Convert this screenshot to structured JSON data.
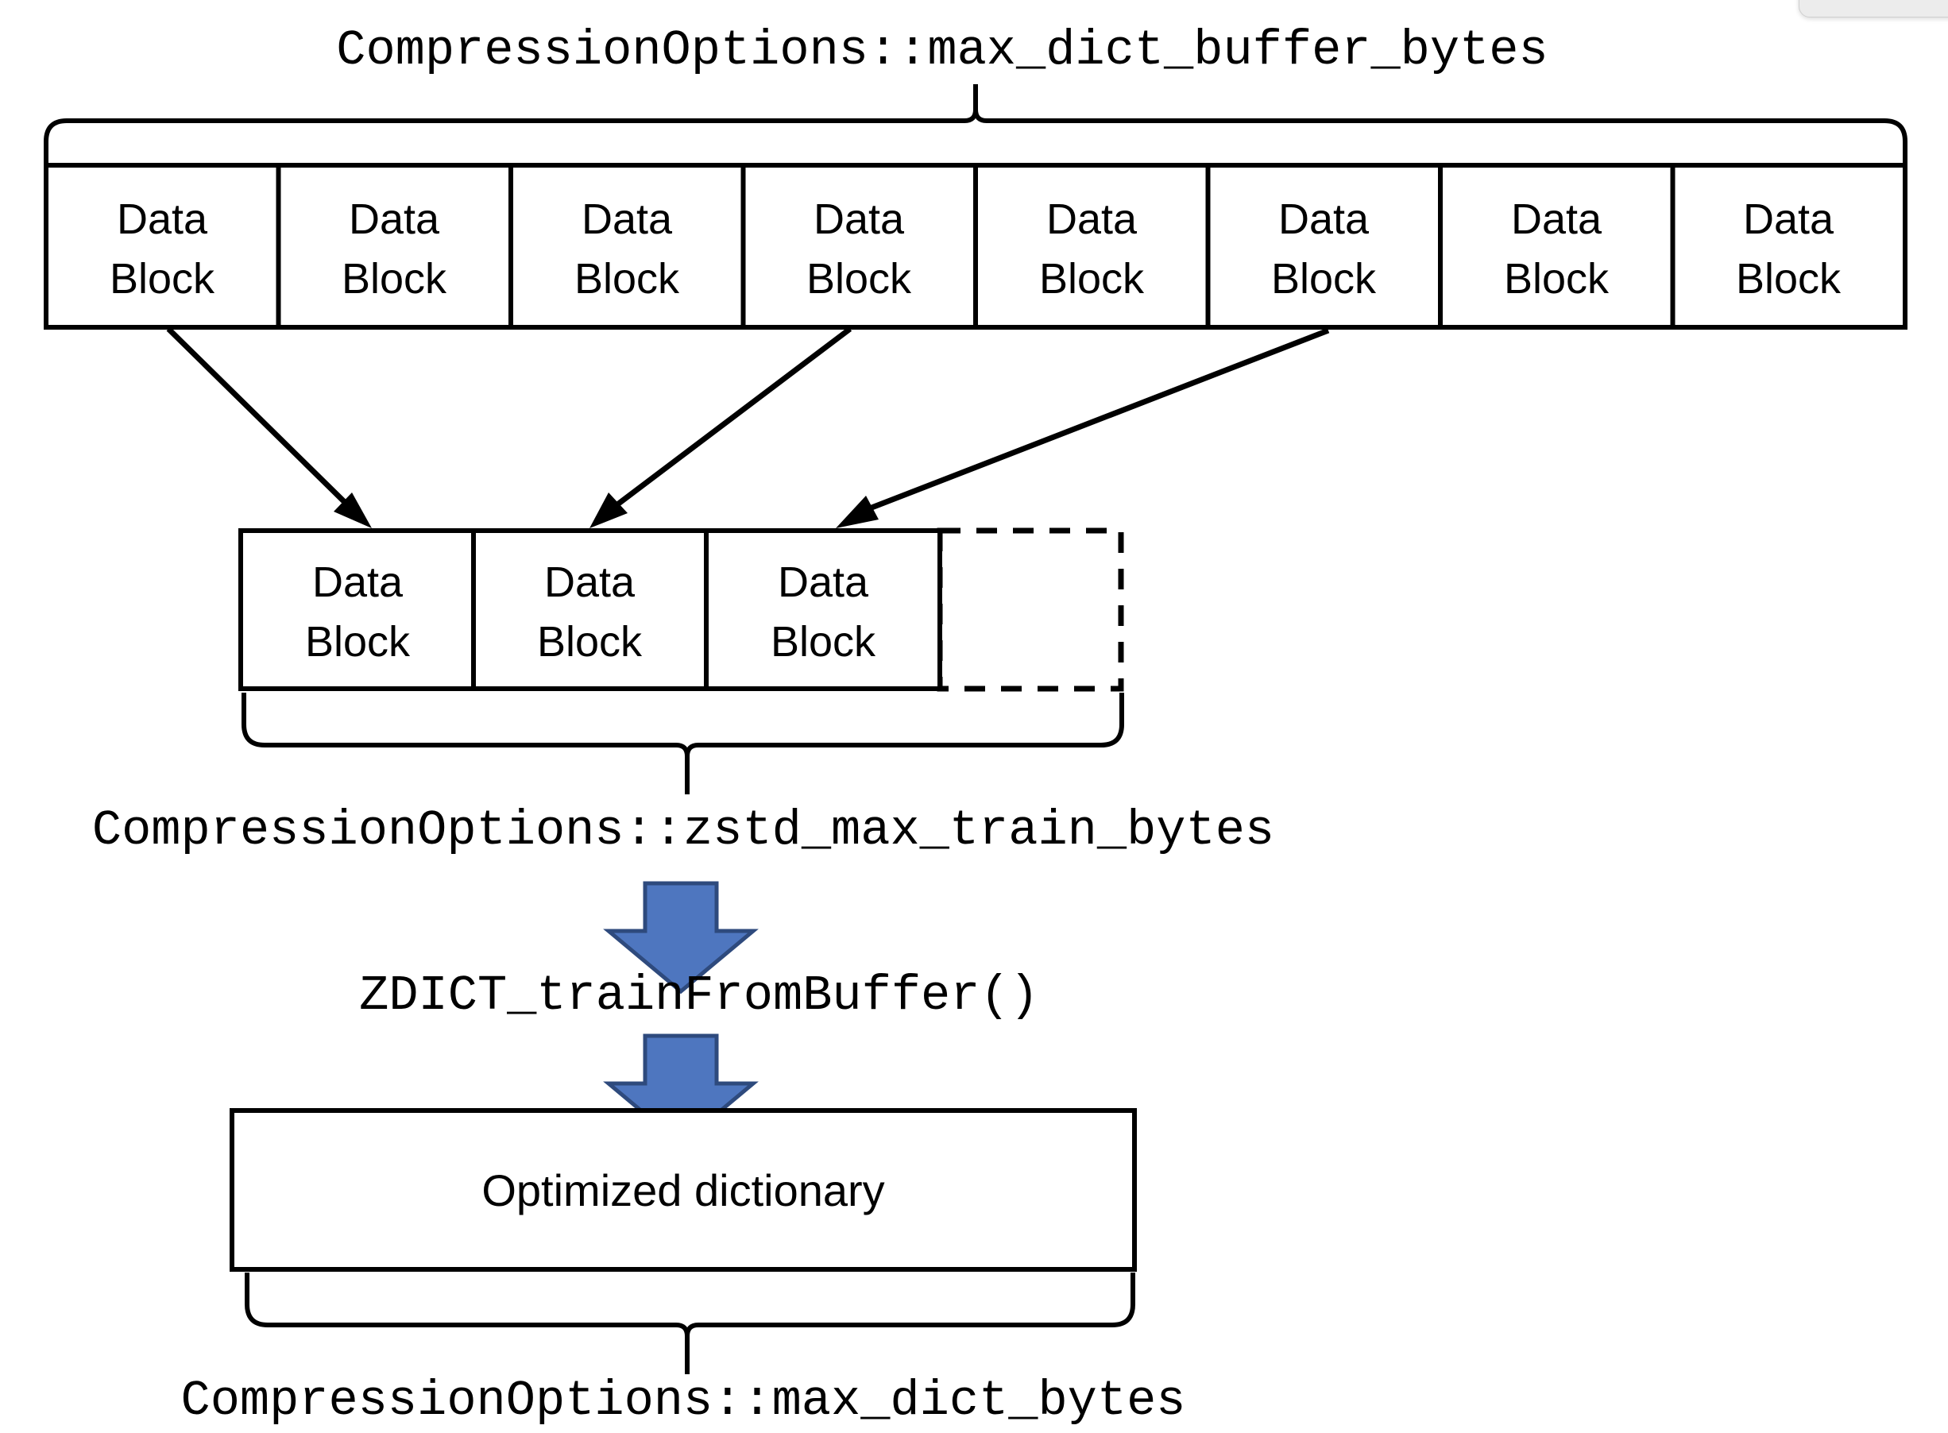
{
  "diagram": {
    "title_top": "CompressionOptions::max_dict_buffer_bytes",
    "title_middle": "CompressionOptions::zstd_max_train_bytes",
    "function_call": "ZDICT_trainFromBuffer()",
    "title_bottom": "CompressionOptions::max_dict_bytes",
    "dictionary_label": "Optimized dictionary",
    "block_line1": "Data",
    "block_line2": "Block",
    "top_row": {
      "count": 8,
      "blocks": [
        {
          "line1": "Data",
          "line2": "Block"
        },
        {
          "line1": "Data",
          "line2": "Block"
        },
        {
          "line1": "Data",
          "line2": "Block"
        },
        {
          "line1": "Data",
          "line2": "Block"
        },
        {
          "line1": "Data",
          "line2": "Block"
        },
        {
          "line1": "Data",
          "line2": "Block"
        },
        {
          "line1": "Data",
          "line2": "Block"
        },
        {
          "line1": "Data",
          "line2": "Block"
        }
      ]
    },
    "middle_row": {
      "count": 3,
      "blocks": [
        {
          "line1": "Data",
          "line2": "Block"
        },
        {
          "line1": "Data",
          "line2": "Block"
        },
        {
          "line1": "Data",
          "line2": "Block"
        }
      ],
      "empty_slot_count": 1
    },
    "colors": {
      "stroke": "#000000",
      "background": "#ffffff",
      "arrow_fill": "#4E76BF",
      "arrow_border": "#2E4A7D"
    }
  }
}
